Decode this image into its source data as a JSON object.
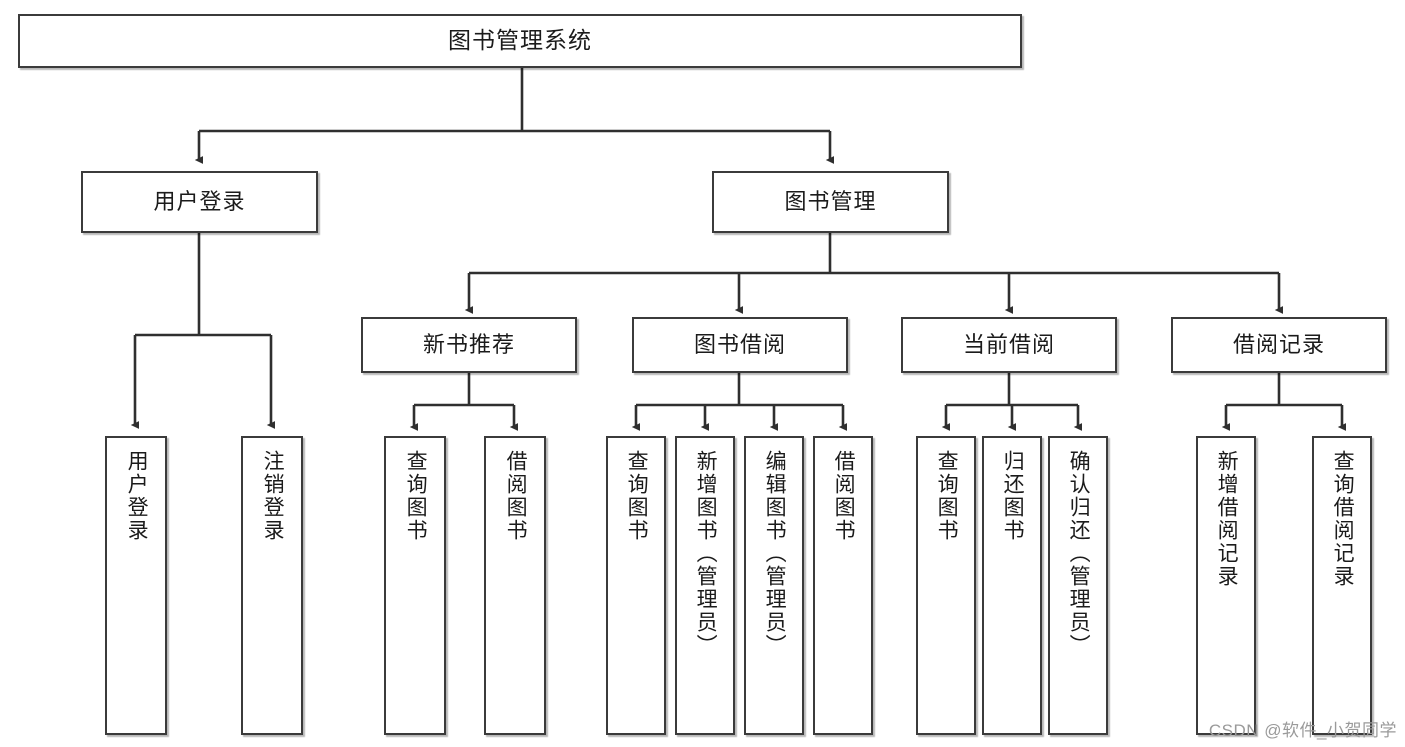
{
  "diagram": {
    "title": "图书管理系统",
    "type": "tree-hierarchy-chart",
    "watermark": "CSDN @软件_小贺同学",
    "colors": {
      "border": "#3b3b3b",
      "text": "#1b1b1b",
      "background": "#ffffff",
      "edge": "#2f2f2f",
      "watermark": "#9a9a9a"
    }
  },
  "nodes": {
    "root": {
      "label": "图书管理系统"
    },
    "level2": [
      {
        "label": "用户登录"
      },
      {
        "label": "图书管理"
      }
    ],
    "level3": [
      {
        "label": "新书推荐"
      },
      {
        "label": "图书借阅"
      },
      {
        "label": "当前借阅"
      },
      {
        "label": "借阅记录"
      }
    ],
    "leaves_user_login": [
      {
        "label": "用户登录"
      },
      {
        "label": "注销登录"
      }
    ],
    "leaves_new_book": [
      {
        "label": "查询图书"
      },
      {
        "label": "借阅图书"
      }
    ],
    "leaves_borrow": [
      {
        "label": "查询图书"
      },
      {
        "label": "新增图书（管理员）"
      },
      {
        "label": "编辑图书（管理员）"
      },
      {
        "label": "借阅图书"
      }
    ],
    "leaves_current": [
      {
        "label": "查询图书"
      },
      {
        "label": "归还图书"
      },
      {
        "label": "确认归还（管理员）"
      }
    ],
    "leaves_records": [
      {
        "label": "新增借阅记录"
      },
      {
        "label": "查询借阅记录"
      }
    ]
  }
}
